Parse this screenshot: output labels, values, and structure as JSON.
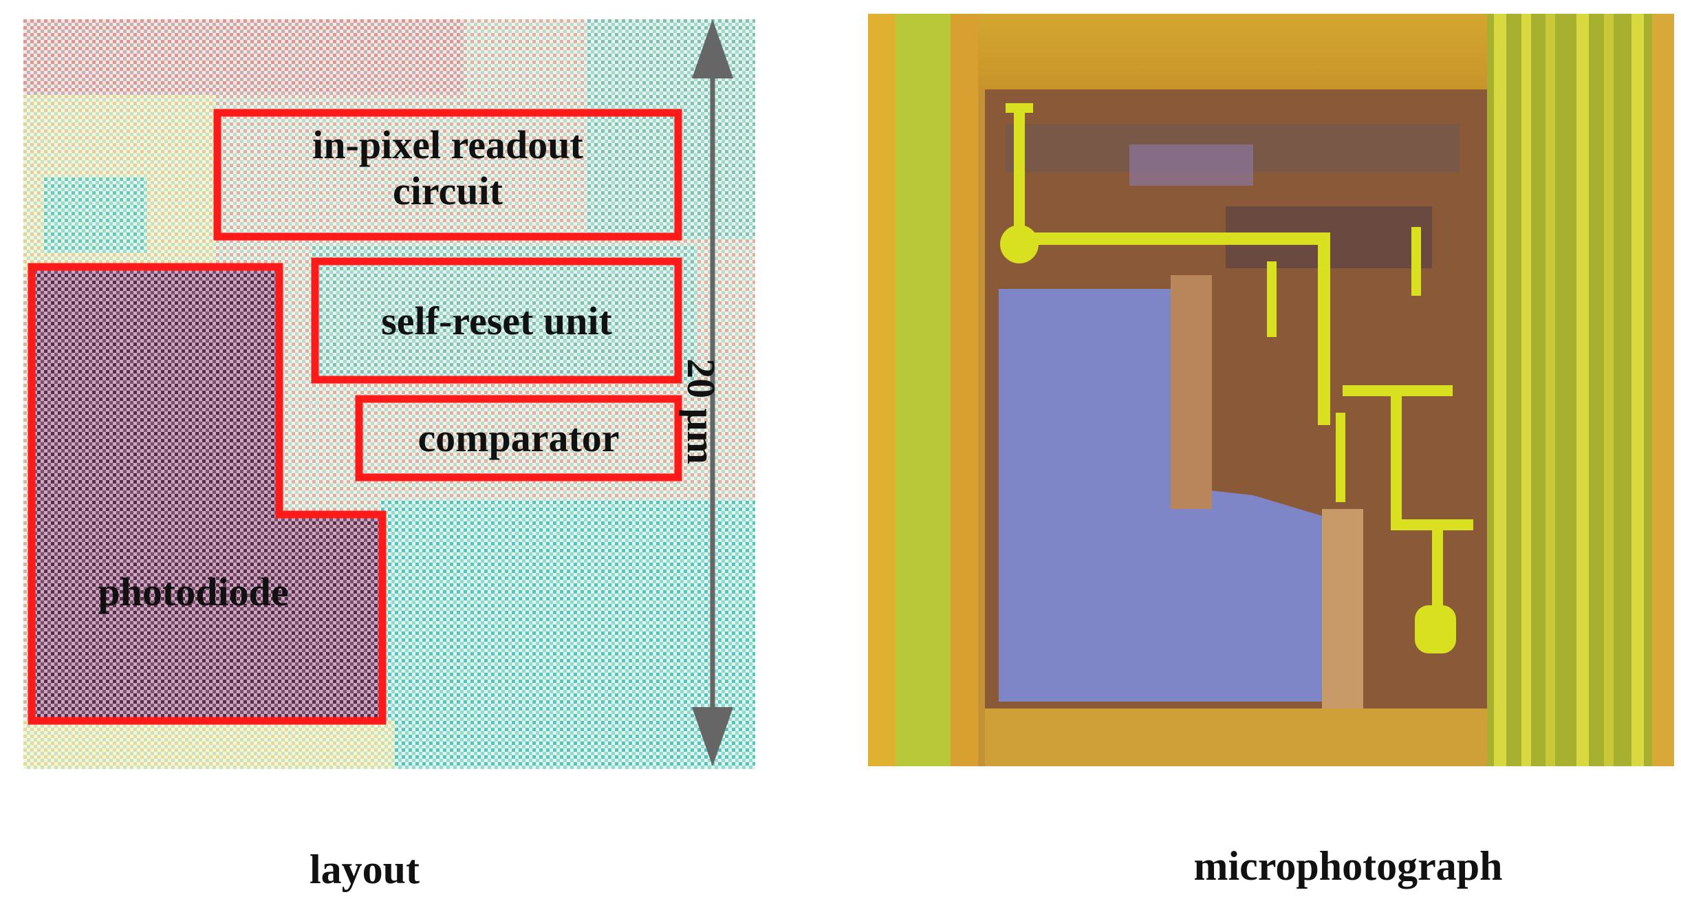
{
  "regions": {
    "readout_line1": "in-pixel readout",
    "readout_line2": "circuit",
    "self_reset": "self-reset unit",
    "comparator": "comparator",
    "photodiode": "photodiode"
  },
  "scale_label": "20 μm",
  "captions": {
    "layout": "layout",
    "micrograph": "microphotograph"
  },
  "colors": {
    "outline": "#ff1a1a",
    "arrow": "#666666",
    "photodiode_fill": "#5a2a4a",
    "cyan_fill": "#46c8c0",
    "micro_gold": "#c89a28",
    "micro_blue": "#7f86c8",
    "micro_trace": "#d8e020"
  },
  "icons": {
    "scale": "double-headed-arrow-icon"
  }
}
